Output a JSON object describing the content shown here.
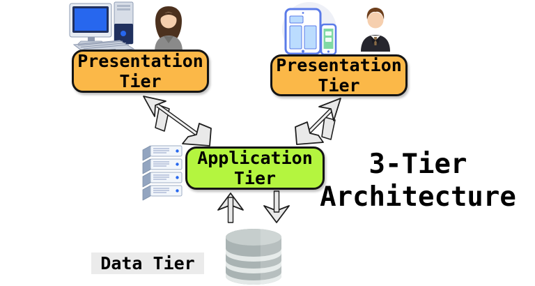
{
  "diagram": {
    "title": "3-Tier\nArchitecture",
    "nodes": {
      "presentation_left": {
        "label": "Presentation\nTier",
        "fill": "#FBB848"
      },
      "presentation_right": {
        "label": "Presentation\nTier",
        "fill": "#FBB848"
      },
      "application": {
        "label": "Application\nTier",
        "fill": "#B4F53F"
      },
      "data": {
        "label": "Data Tier",
        "fill": "#EBEBEB"
      }
    },
    "connections": [
      {
        "from": "presentation_left",
        "to": "application",
        "style": "double-headed-diagonal-arrow"
      },
      {
        "from": "presentation_right",
        "to": "application",
        "style": "double-headed-diagonal-arrow"
      },
      {
        "from": "data",
        "to": "application",
        "style": "block-arrow-up"
      },
      {
        "from": "application",
        "to": "data",
        "style": "block-arrow-down"
      }
    ],
    "icons": [
      "desktop-computer-icon",
      "woman-user-icon",
      "mobile-devices-icon",
      "man-user-icon",
      "server-stack-icon",
      "database-icon"
    ]
  },
  "colors": {
    "background": "#FFFFFF",
    "box_border": "#141414",
    "arrow_fill": "#E9E9E9",
    "arrow_shaft_light": "#EFEFEF",
    "arrow_stroke": "#1E1E1E",
    "text": "#000000"
  }
}
